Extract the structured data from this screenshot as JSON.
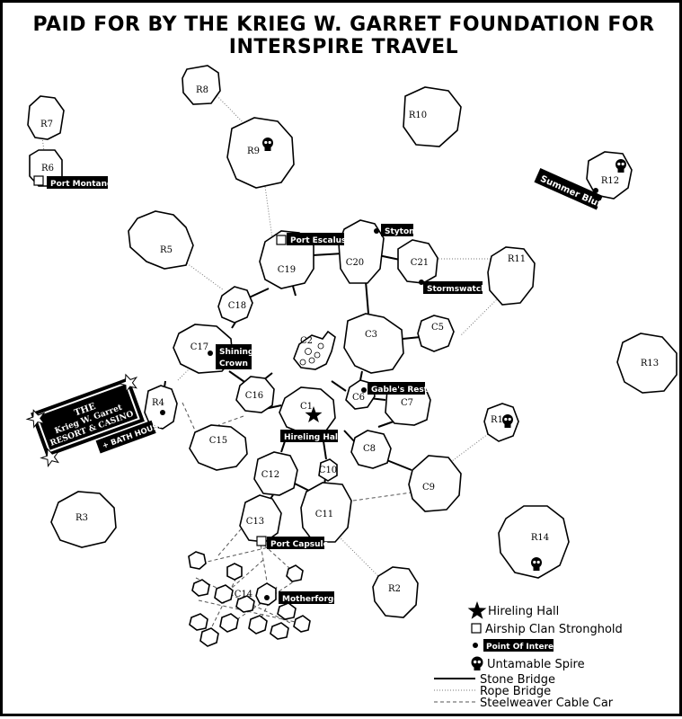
{
  "title": "PAID FOR BY THE KRIEG W. GARRET FOUNDATION FOR INTERSPIRE TRAVEL",
  "islands": {
    "R1": "R1",
    "R2": "R2",
    "R3": "R3",
    "R4": "R4",
    "R5": "R5",
    "R6": "R6",
    "R7": "R7",
    "R8": "R8",
    "R9": "R9",
    "R10": "R10",
    "R11": "R11",
    "R12": "R12",
    "R13": "R13",
    "R14": "R14",
    "C1": "C1",
    "C2": "C2",
    "C3": "C3",
    "C5": "C5",
    "C6": "C6",
    "C7": "C7",
    "C8": "C8",
    "C9": "C9",
    "C10": "C10",
    "C11": "C11",
    "C12": "C12",
    "C13": "C13",
    "C14": "C14",
    "C15": "C15",
    "C16": "C16",
    "C17": "C17",
    "C18": "C18",
    "C19": "C19",
    "C20": "C20",
    "C21": "C21"
  },
  "places": {
    "port_montang": "Port Montang",
    "port_escalus": "Port Escalus",
    "styton": "Styton",
    "stormswatch": "Stormswatch",
    "shining_crown": [
      "Shining",
      "Crown"
    ],
    "gables_rest": "Gable's Rest",
    "hireling_hall": "Hireling Hall",
    "port_capsule": "Port Capsule",
    "motherforge": "Motherforge",
    "summer_bluff": "Summer Bluff"
  },
  "casino": {
    "line1": "THE",
    "line2": "Krieg W. Garret",
    "line3": "RESORT & CASINO",
    "bath_house": "+ BATH HOUSE"
  },
  "legend": {
    "hireling_hall": "Hireling Hall",
    "airship": "Airship Clan Stronghold",
    "poi": "Point Of Interest",
    "spire": "Untamable Spire",
    "stone": "Stone Bridge",
    "rope": "Rope Bridge",
    "cable": "Steelweaver Cable Car"
  },
  "icons": [
    "star-icon",
    "square-icon",
    "dot-icon",
    "skull-icon"
  ]
}
